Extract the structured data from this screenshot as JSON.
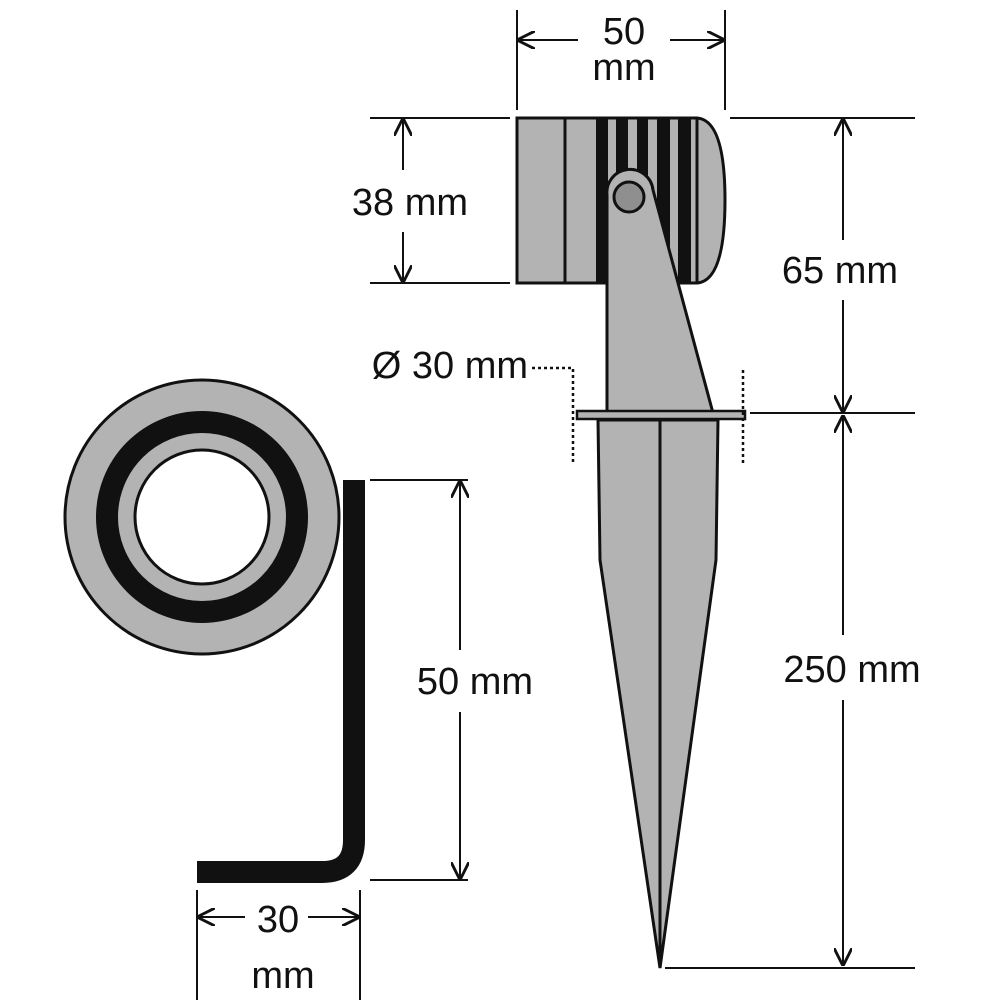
{
  "labels": {
    "head_width": "50",
    "head_width_unit": "mm",
    "head_height": "38 mm",
    "upper_height": "65 mm",
    "diameter": "Ø 30 mm",
    "spike_length": "250 mm",
    "bracket_height": "50 mm",
    "bracket_width": "30",
    "bracket_width_unit": "mm"
  },
  "colors": {
    "fill": "#b3b3b3",
    "line": "#111111",
    "pivot": "#8f8f8f"
  }
}
